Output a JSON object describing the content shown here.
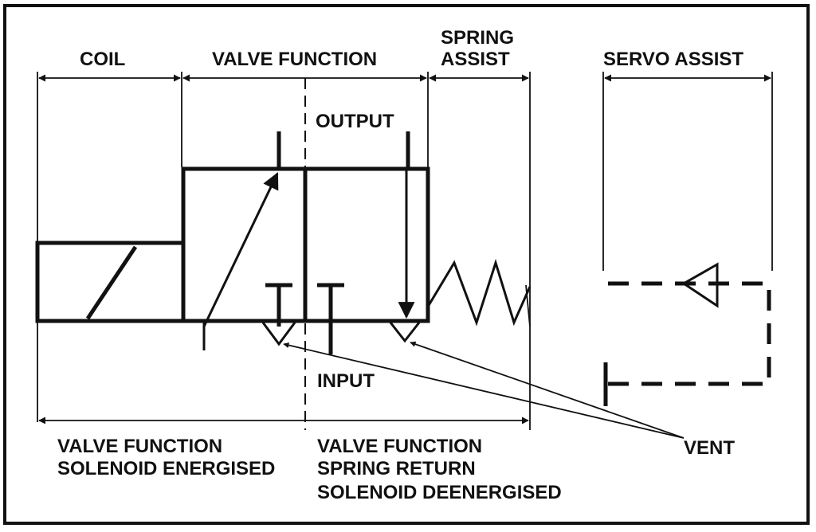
{
  "labels": {
    "coil": "COIL",
    "valve_function_top": "VALVE FUNCTION",
    "spring_assist_1": "SPRING",
    "spring_assist_2": "ASSIST",
    "servo_assist": "SERVO ASSIST",
    "output": "OUTPUT",
    "input": "INPUT",
    "vent": "VENT",
    "energised_1": "VALVE FUNCTION",
    "energised_2": "SOLENOID ENERGISED",
    "deenergised_1": "VALVE FUNCTION",
    "deenergised_2": "SPRING RETURN",
    "deenergised_3": "SOLENOID DEENERGISED"
  }
}
